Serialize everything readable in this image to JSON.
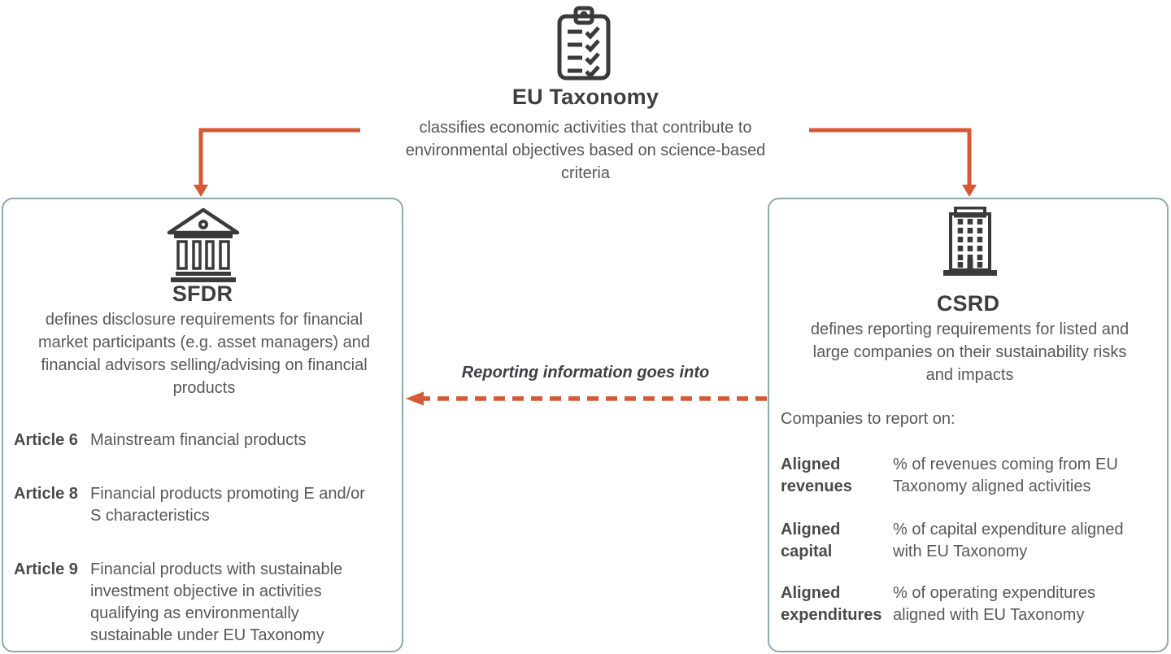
{
  "colors": {
    "accent_orange": "#D65835",
    "box_border": "#8EA9B1",
    "title_text": "#3E3E40",
    "body_text": "#58585A"
  },
  "icons": {
    "top": "clipboard-checklist-icon",
    "sfdr": "bank-icon",
    "csrd": "office-building-icon"
  },
  "top": {
    "title": "EU Taxonomy",
    "description": "classifies economic activities that contribute to environmental objectives based on science-based criteria"
  },
  "flow": {
    "label": "Reporting information goes into"
  },
  "sfdr": {
    "title": "SFDR",
    "description": "defines disclosure requirements for financial market participants (e.g. asset managers) and financial advisors selling/advising on financial products",
    "articles": [
      {
        "label": "Article 6",
        "text": "Mainstream financial products"
      },
      {
        "label": "Article 8",
        "text": "Financial products promoting E and/or S characteristics"
      },
      {
        "label": "Article 9",
        "text": "Financial products with sustainable investment objective in activities qualifying as environmentally sustainable under EU Taxonomy"
      }
    ]
  },
  "csrd": {
    "title": "CSRD",
    "description": "defines reporting requirements for listed and large companies on their sustainability risks and impacts",
    "report_intro": "Companies to report on:",
    "metrics": [
      {
        "label": "Aligned revenues",
        "text": "% of revenues coming from EU Taxonomy aligned activities"
      },
      {
        "label": "Aligned capital",
        "text": "% of capital expenditure aligned with EU Taxonomy"
      },
      {
        "label": "Aligned expenditures",
        "text": "% of operating expenditures aligned with EU Taxonomy"
      }
    ]
  }
}
